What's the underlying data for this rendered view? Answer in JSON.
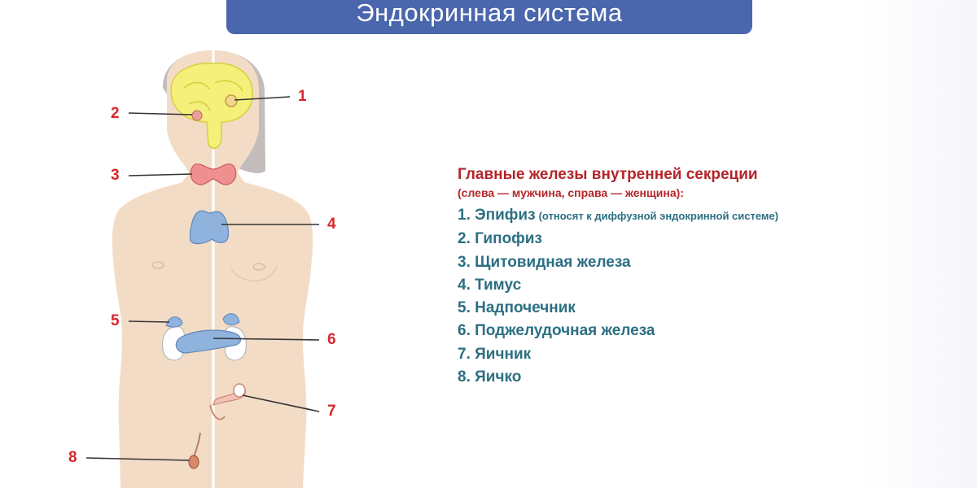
{
  "title": "Эндокринная система",
  "legend": {
    "heading": "Главные железы внутренней секреции",
    "subheading": "(слева — мужчина, справа — женщина):",
    "items": [
      {
        "label": "1. Эпифиз",
        "note": "(относят к диффузной эндокринной системе)"
      },
      {
        "label": "2. Гипофиз",
        "note": ""
      },
      {
        "label": "3. Щитовидная железа",
        "note": ""
      },
      {
        "label": "4. Тимус",
        "note": ""
      },
      {
        "label": "5. Надпочечник",
        "note": ""
      },
      {
        "label": "6. Поджелудочная железа",
        "note": ""
      },
      {
        "label": "7. Яичник",
        "note": ""
      },
      {
        "label": "8. Яичко",
        "note": ""
      }
    ]
  },
  "markers": [
    "1",
    "2",
    "3",
    "4",
    "5",
    "6",
    "7",
    "8"
  ],
  "colors": {
    "title_bg": "#4a66ad",
    "marker_red": "#d8262c",
    "legend_heading": "#b3252a",
    "legend_items": "#2c6f82",
    "skin": "#f3dcc6",
    "hair": "#c2bdbb",
    "brain": "#f4f07a",
    "gland_blue": "#8fb3dd"
  }
}
